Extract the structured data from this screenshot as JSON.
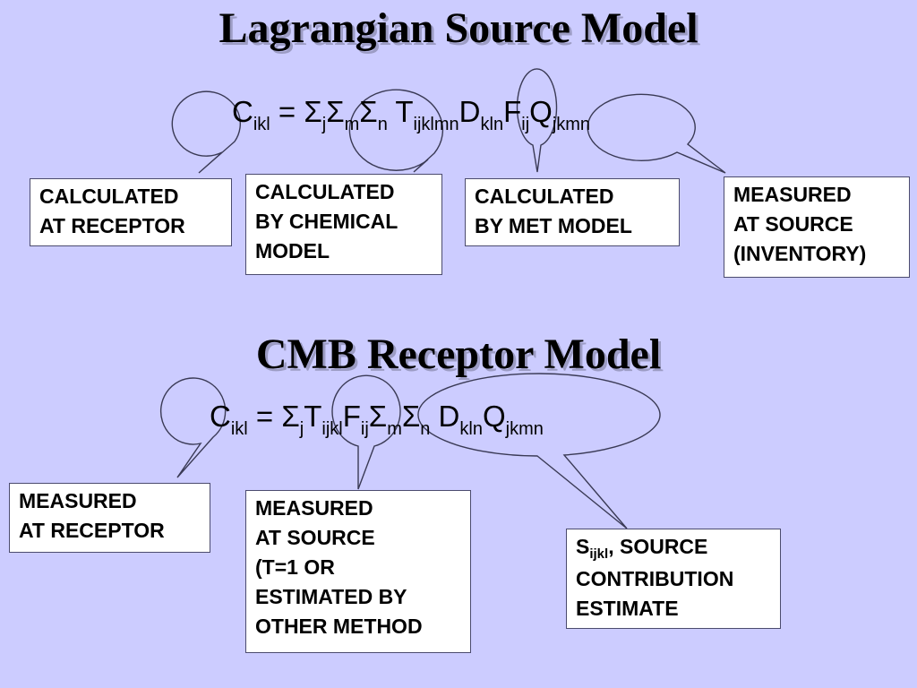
{
  "lagrangian": {
    "title": "Lagrangian Source Model",
    "formula": {
      "c": "C",
      "c_sub": "ikl",
      "eq": " = ",
      "s1": "Σ",
      "s1_sub": "j",
      "s2": "Σ",
      "s2_sub": "m",
      "s3": "Σ",
      "s3_sub": "n",
      "t": " T",
      "t_sub": "ijklmn",
      "d": "D",
      "d_sub": "kln",
      "f": "F",
      "f_sub": "ij",
      "q": "Q",
      "q_sub": "jkmn"
    },
    "boxes": {
      "receptor": "CALCULATED\nAT RECEPTOR",
      "chemical": "CALCULATED\nBY CHEMICAL\nMODEL",
      "met": "CALCULATED\nBY MET MODEL",
      "source": "MEASURED\n AT SOURCE\n(INVENTORY)"
    }
  },
  "cmb": {
    "title": "CMB Receptor Model",
    "formula": {
      "c": "C",
      "c_sub": "ikl",
      "eq": " = ",
      "s1": "Σ",
      "s1_sub": "j",
      "t": "T",
      "t_sub": "ijkl",
      "f": "F",
      "f_sub": "ij",
      "s2": "Σ",
      "s2_sub": "m",
      "s3": "Σ",
      "s3_sub": "n",
      "d": " D",
      "d_sub": "kln",
      "q": "Q",
      "q_sub": "jkmn"
    },
    "boxes": {
      "receptor": "MEASURED\nAT RECEPTOR",
      "source": "MEASURED\nAT SOURCE\n(T=1 OR\nESTIMATED BY\nOTHER METHOD",
      "contribution_s": "S",
      "contribution_s_sub": "ijkl",
      "contribution_rest": ", SOURCE\nCONTRIBUTION\nESTIMATE"
    }
  }
}
